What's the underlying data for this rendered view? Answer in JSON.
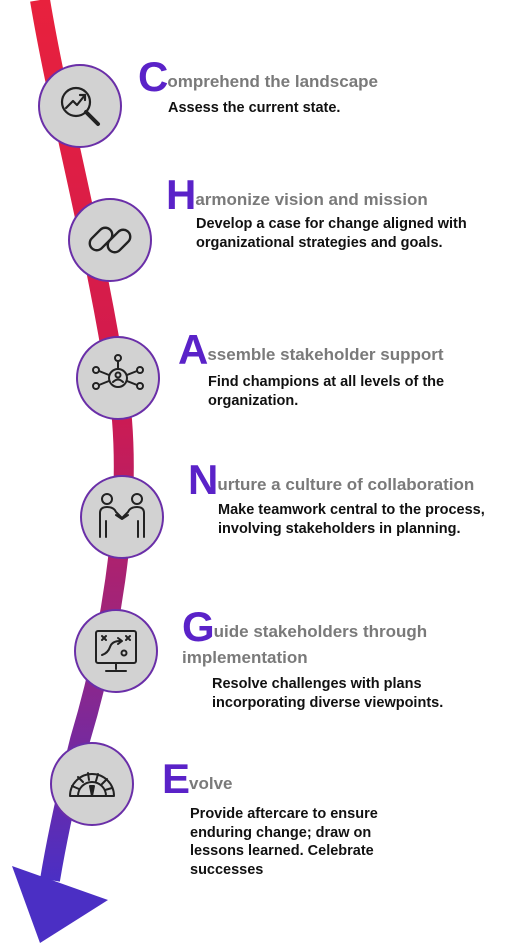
{
  "colors": {
    "arrow_top": "#e8213d",
    "arrow_mid": "#c2185b",
    "arrow_bottom": "#4b2fc4",
    "initial": "#5a22c8",
    "heading_gray": "#7a7a7a",
    "icon_fill": "#d2d2d2",
    "icon_ring": "#6a2fa8"
  },
  "steps": [
    {
      "icon": "magnifier-chart-icon",
      "initial": "C",
      "rest": "omprehend the landscape",
      "desc": "Assess the current state."
    },
    {
      "icon": "chain-link-icon",
      "initial": "H",
      "rest": "armonize vision and mission",
      "desc": "Develop a case for change aligned with organizational strategies and goals."
    },
    {
      "icon": "network-people-icon",
      "initial": "A",
      "rest": "ssemble stakeholder support",
      "desc": "Find champions at all levels of the organization."
    },
    {
      "icon": "handshake-people-icon",
      "initial": "N",
      "rest": "urture a culture of collaboration",
      "desc": "Make teamwork central to the process, involving stakeholders in planning."
    },
    {
      "icon": "strategy-board-icon",
      "initial": "G",
      "rest": "uide stakeholders through implementation",
      "desc": "Resolve challenges with plans incorporating diverse viewpoints."
    },
    {
      "icon": "gauge-icon",
      "initial": "E",
      "rest": "volve",
      "desc": "Provide aftercare to ensure enduring change; draw on lessons learned. Celebrate successes"
    }
  ]
}
